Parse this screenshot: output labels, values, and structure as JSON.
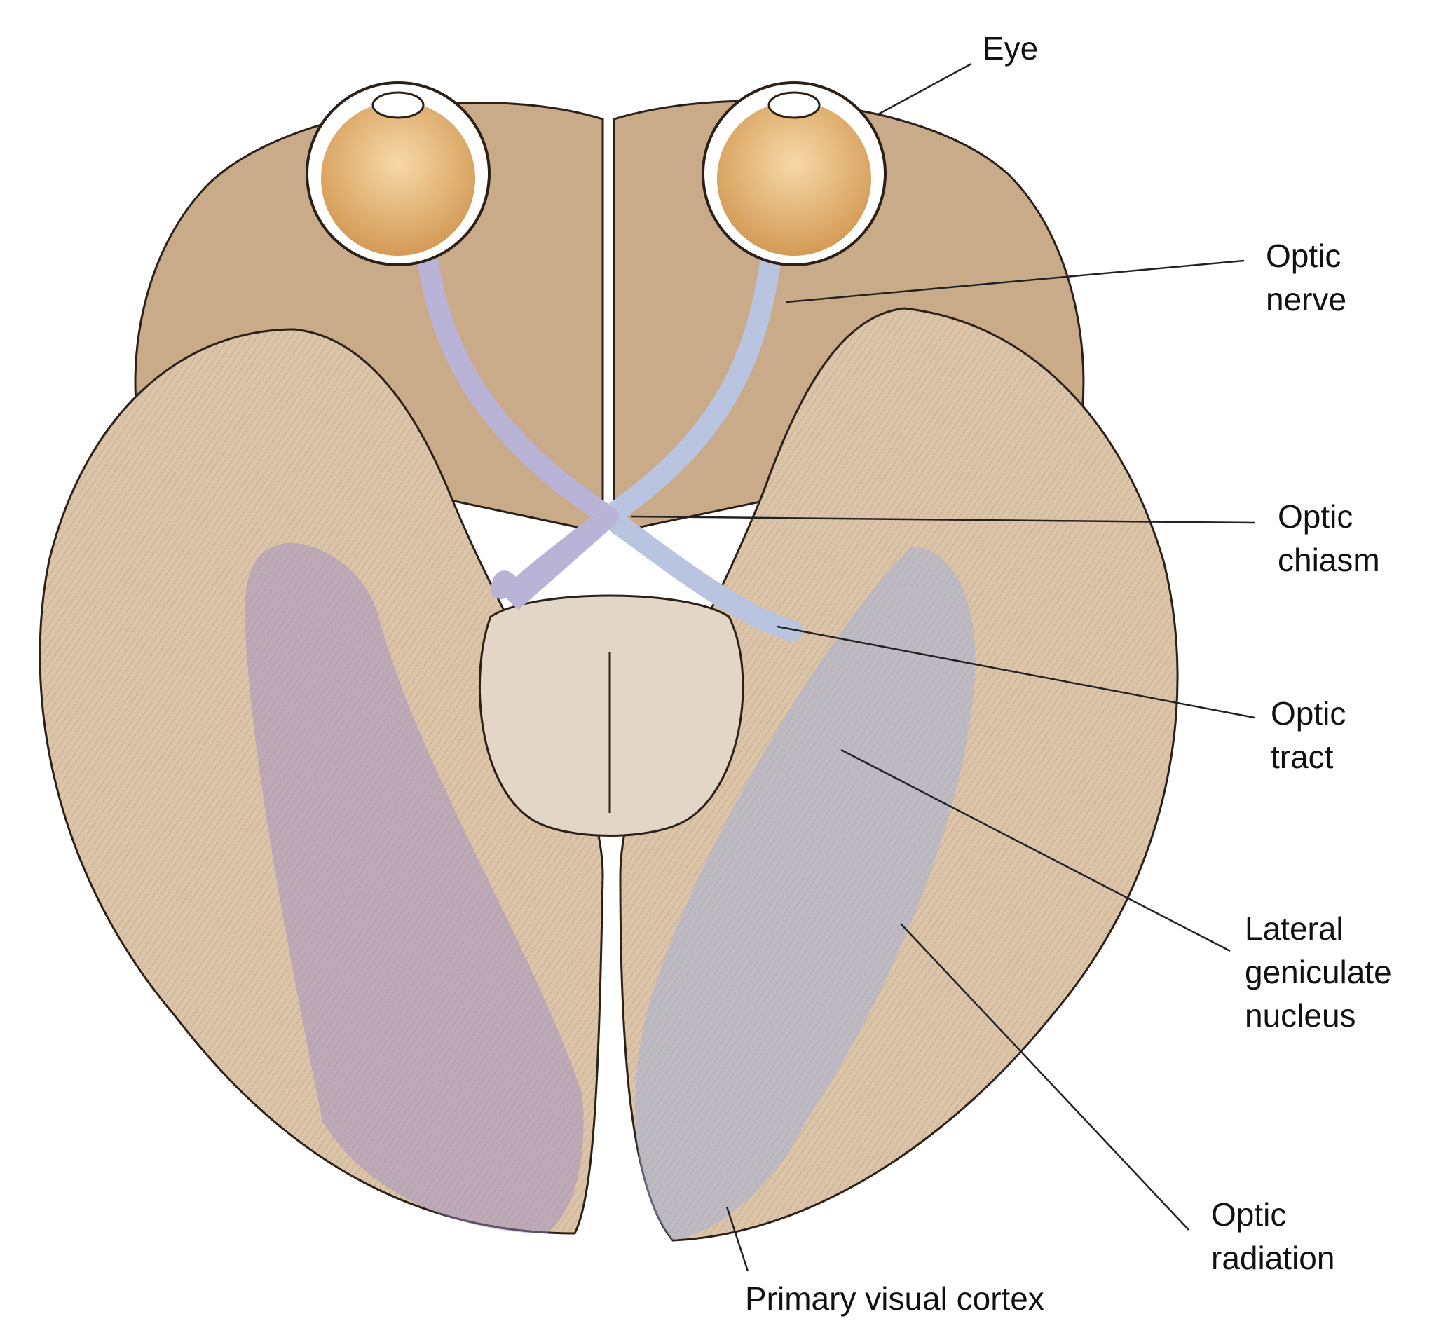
{
  "labels": {
    "eye": "Eye",
    "optic_nerve": [
      "Optic",
      "nerve"
    ],
    "optic_chiasm": [
      "Optic",
      "chiasm"
    ],
    "optic_tract": [
      "Optic",
      "tract"
    ],
    "lgn": [
      "Lateral",
      "geniculate",
      "nucleus"
    ],
    "optic_radiation": [
      "Optic",
      "radiation"
    ],
    "primary_visual_cortex": "Primary visual cortex"
  },
  "colors": {
    "brain": "#d9c2a6",
    "brain_dark": "#a88a6c",
    "eye": "#e8b87a",
    "left_pathway": "#9a8cc8",
    "right_pathway": "#9db0dc"
  }
}
